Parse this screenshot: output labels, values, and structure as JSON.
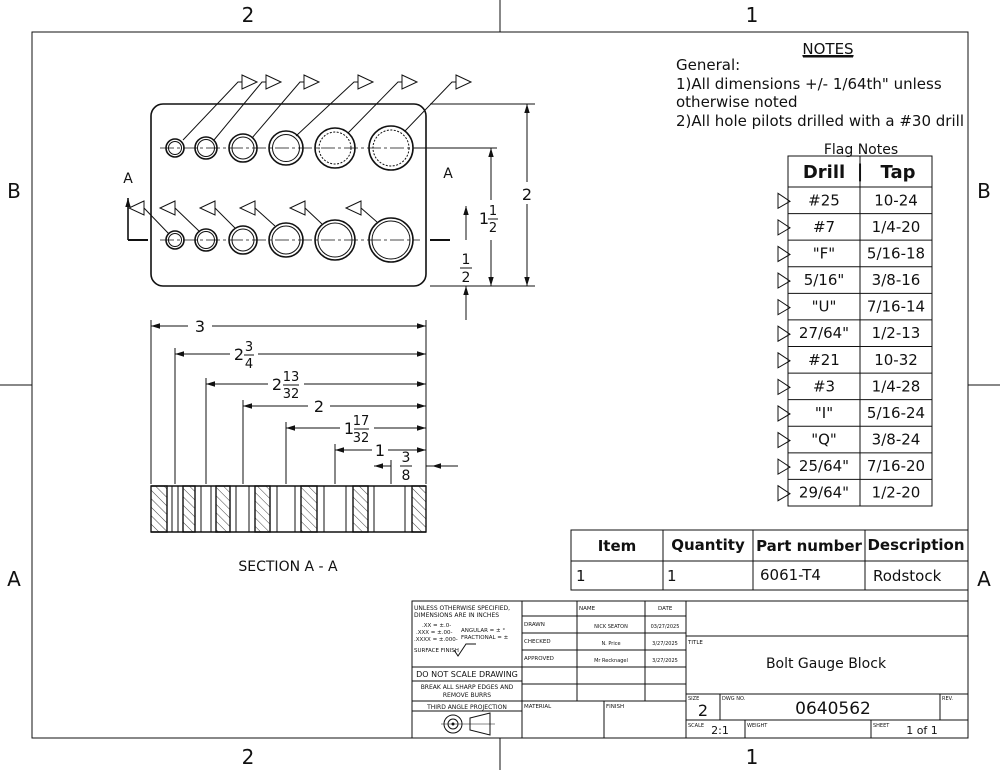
{
  "zones": {
    "top_left": "2",
    "top_right": "1",
    "bottom_left": "2",
    "bottom_right": "1",
    "left_upper": "B",
    "right_upper": "B",
    "left_lower": "A",
    "right_lower": "A"
  },
  "notes": {
    "heading": "NOTES",
    "lines": [
      "General:",
      "1)All dimensions +/- 1/64th\" unless",
      "otherwise noted",
      "2)All hole pilots drilled with a #30 drill"
    ]
  },
  "flag_notes": {
    "title": "Flag Notes",
    "headers": [
      "Drill",
      "Tap"
    ],
    "rows": [
      [
        "#25",
        "10-24"
      ],
      [
        "#7",
        "1/4-20"
      ],
      [
        "\"F\"",
        "5/16-18"
      ],
      [
        "5/16\"",
        "3/8-16"
      ],
      [
        "\"U\"",
        "7/16-14"
      ],
      [
        "27/64\"",
        "1/2-13"
      ],
      [
        "#21",
        "10-32"
      ],
      [
        "#3",
        "1/4-28"
      ],
      [
        "\"I\"",
        "5/16-24"
      ],
      [
        "\"Q\"",
        "3/8-24"
      ],
      [
        "25/64\"",
        "7/16-20"
      ],
      [
        "29/64\"",
        "1/2-20"
      ]
    ]
  },
  "section": {
    "label_left": "A",
    "label_right": "A",
    "caption": "SECTION A - A"
  },
  "dims": {
    "height_total": "2",
    "height_row": {
      "whole": "1",
      "num": "1",
      "den": "2"
    },
    "height_half": {
      "num": "1",
      "den": "2"
    },
    "d3": "3",
    "d2_3_4": {
      "whole": "2",
      "num": "3",
      "den": "4"
    },
    "d2_13_32": {
      "whole": "2",
      "num": "13",
      "den": "32"
    },
    "d2": "2",
    "d1_17_32": {
      "whole": "1",
      "num": "17",
      "den": "32"
    },
    "d1": "1",
    "d3_8": {
      "num": "3",
      "den": "8"
    }
  },
  "bom": {
    "headers": [
      "Item",
      "Quantity",
      "Part number",
      "Description"
    ],
    "row": [
      "1",
      "1",
      "6061-T4",
      "Rodstock"
    ]
  },
  "title_block": {
    "tolerance_lines": [
      "UNLESS OTHERWISE SPECIFIED,",
      "DIMENSIONS ARE IN INCHES"
    ],
    "tol_xx": ".XX = ±.0-",
    "tol_xxx": ".XXX = ±.00-",
    "tol_xxxx": ".XXXX = ±.000-",
    "angular": "ANGULAR = ± °",
    "fractional": "FRACTIONAL = ±",
    "surface_finish": "SURFACE FINISH",
    "do_not_scale": "DO NOT SCALE DRAWING",
    "break_edges_1": "BREAK ALL SHARP EDGES AND",
    "break_edges_2": "REMOVE BURRS",
    "projection": "THIRD ANGLE PROJECTION",
    "name_header": "NAME",
    "date_header": "DATE",
    "drawn": "DRAWN",
    "drawn_name": "NICK SEATON",
    "drawn_date": "03/27/2025",
    "checked": "CHECKED",
    "checked_name": "N. Price",
    "checked_date": "3/27/2025",
    "approved": "APPROVED",
    "approved_name": "Mr Recknagel",
    "approved_date": "3/27/2025",
    "material": "MATERIAL",
    "finish": "FINISH",
    "title_label": "TITLE",
    "title": "Bolt Gauge Block",
    "size_label": "SIZE",
    "size": "2",
    "dwg_label": "DWG NO.",
    "dwg_no": "0640562",
    "rev_label": "REV.",
    "scale_label": "SCALE",
    "scale": "2:1",
    "weight_label": "WEIGHT",
    "sheet_label": "SHEET",
    "sheet": "1 of 1"
  }
}
